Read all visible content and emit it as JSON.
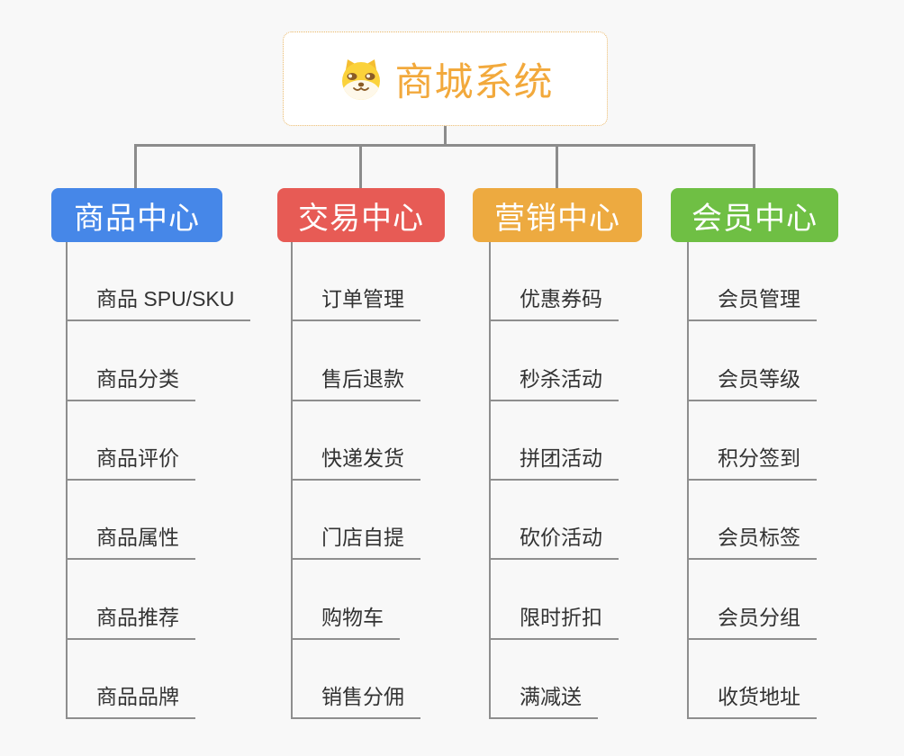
{
  "root": {
    "title": "商城系统",
    "icon": "doge-icon",
    "title_color": "#F2A93C",
    "border_color": "#E9B768",
    "background": "#FFFFFF"
  },
  "canvas": {
    "background_color": "#F8F8F8",
    "connector_color": "#8C8C8C",
    "child_text_color": "#333333"
  },
  "branches": [
    {
      "label": "商品中心",
      "color": "#4687E8",
      "children": [
        "商品 SPU/SKU",
        "商品分类",
        "商品评价",
        "商品属性",
        "商品推荐",
        "商品品牌"
      ]
    },
    {
      "label": "交易中心",
      "color": "#E75B55",
      "children": [
        "订单管理",
        "售后退款",
        "快递发货",
        "门店自提",
        "购物车",
        "销售分佣"
      ]
    },
    {
      "label": "营销中心",
      "color": "#EDAA40",
      "children": [
        "优惠券码",
        "秒杀活动",
        "拼团活动",
        "砍价活动",
        "限时折扣",
        "满减送"
      ]
    },
    {
      "label": "会员中心",
      "color": "#6FBF44",
      "children": [
        "会员管理",
        "会员等级",
        "积分签到",
        "会员标签",
        "会员分组",
        "收货地址"
      ]
    }
  ]
}
